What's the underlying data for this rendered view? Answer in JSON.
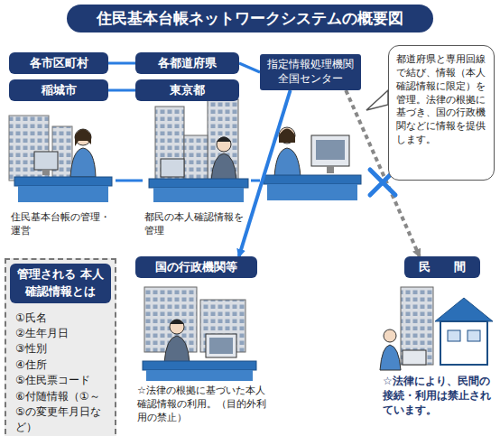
{
  "diagram": {
    "title": "住民基本台帳ネットワークシステムの概要図",
    "nodes": [
      {
        "text": [
          "各市区町村"
        ]
      },
      {
        "text": [
          "稲城市"
        ]
      },
      {
        "text": [
          "各都道府県"
        ]
      },
      {
        "text": [
          "東京都"
        ]
      },
      {
        "text": [
          "指定情報処理機関 全国センター"
        ]
      },
      {
        "text": [
          "都道府県と専用回線で結び、情報（本人確認情報に限定）を管理。法律の根拠に基づき、国の行政機関などに情報を提供します。"
        ]
      },
      {
        "text": [
          "国の行政機関等"
        ]
      },
      {
        "text": [
          "民　　間"
        ]
      },
      {
        "text": [
          "①氏名",
          "②生年月日",
          "③性別",
          "④住所",
          "⑤住民票コード",
          "⑥付随情報（①～⑤の変更年月日など）"
        ]
      },
      {
        "text": [
          "管理される 本人確認情報とは"
        ],
        "in": 8
      }
    ],
    "edges": [
      {
        "from": 0,
        "to": 2,
        "arrow": "none"
      },
      {
        "from": 1,
        "to": 3,
        "arrow": "none"
      },
      {
        "from": 2,
        "to": 4,
        "arrow": "none"
      },
      {
        "from": 4,
        "to": 6,
        "arrow": "to"
      },
      {
        "from": 4,
        "to": 7,
        "arrow": "to"
      }
    ],
    "labels": [
      "住民基本台帳の管理・運営",
      "都民の本人確認情報を管理",
      "☆法律の根拠に基づいた本人確認情報の利用。（目的外利用の禁止）",
      "☆法律により、民間の接続・利用は禁止されています。"
    ]
  }
}
